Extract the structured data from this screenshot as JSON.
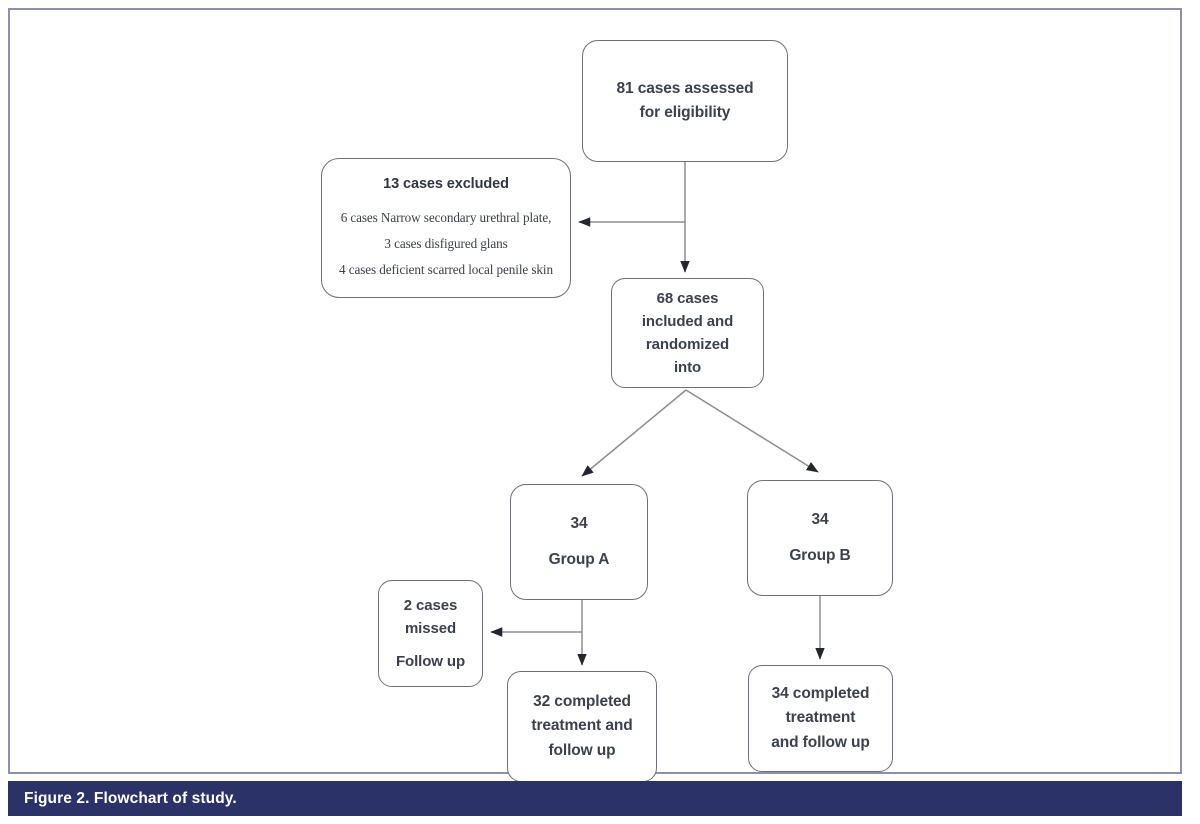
{
  "figure": {
    "caption": "Figure 2.  Flowchart of study.",
    "frame_border_color": "#8c8fae",
    "caption_bar_color": "#2b3268",
    "node_border_color": "#6e7078",
    "connector_color": "#6e7078",
    "text_color": "#3c414c"
  },
  "flowchart": {
    "type": "diagram",
    "nodes": [
      {
        "id": "assessed",
        "lines": [
          "81 cases assessed",
          "for eligibility"
        ]
      },
      {
        "id": "excluded",
        "title": "13 cases excluded",
        "details": [
          "6 cases Narrow secondary urethral plate,",
          "3 cases disfigured glans",
          "4 cases deficient scarred local penile skin"
        ]
      },
      {
        "id": "included",
        "lines": [
          "68 cases",
          "included and",
          "randomized",
          "into"
        ]
      },
      {
        "id": "group_a",
        "lines": [
          "34",
          "Group A"
        ]
      },
      {
        "id": "group_b",
        "lines": [
          "34",
          "Group B"
        ]
      },
      {
        "id": "missed",
        "lines": [
          "2 cases",
          "missed",
          "Follow up"
        ]
      },
      {
        "id": "completed_a",
        "lines": [
          "32 completed",
          "treatment and",
          "follow up"
        ]
      },
      {
        "id": "completed_b",
        "lines": [
          "34 completed",
          "treatment",
          "and follow up"
        ]
      }
    ],
    "edges": [
      {
        "from": "assessed",
        "to": "included",
        "style": "straight-down-arrow"
      },
      {
        "from": "assessed",
        "to": "excluded",
        "style": "branch-left-arrow"
      },
      {
        "from": "included",
        "to": "group_a",
        "style": "diagonal-left-arrow"
      },
      {
        "from": "included",
        "to": "group_b",
        "style": "diagonal-right-arrow"
      },
      {
        "from": "group_a",
        "to": "completed_a",
        "style": "straight-down-arrow"
      },
      {
        "from": "group_a",
        "to": "missed",
        "style": "branch-left-arrow"
      },
      {
        "from": "group_b",
        "to": "completed_b",
        "style": "straight-down-arrow"
      }
    ]
  }
}
